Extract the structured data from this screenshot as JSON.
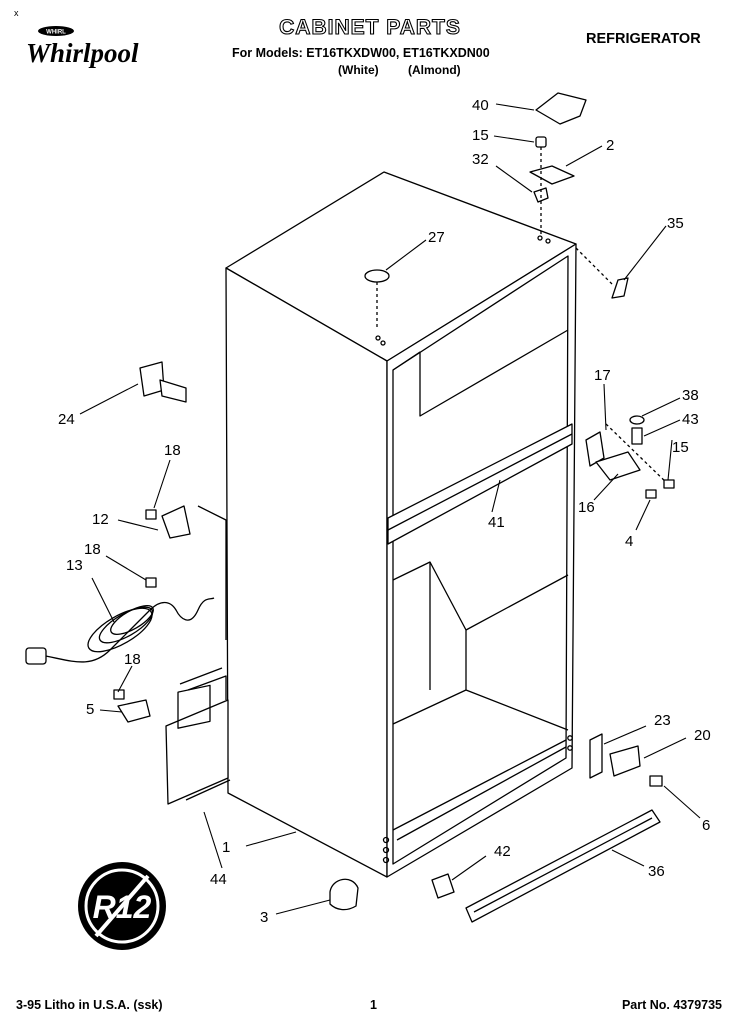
{
  "header": {
    "brand": "Whirlpool",
    "brand_badge": "WHIRL",
    "title": "CABINET PARTS",
    "models_line": "For Models: ET16TKXDW00, ET16TKXDN00",
    "variants": [
      "(White)",
      "(Almond)"
    ],
    "product": "REFRIGERATOR",
    "corner_mark": "x"
  },
  "stamp": {
    "text": "R12"
  },
  "footer": {
    "litho": "3-95 Litho in U.S.A. (ssk)",
    "page": "1",
    "part_no": "Part No. 4379735"
  },
  "callouts": {
    "c40": "40",
    "c15a": "15",
    "c2": "2",
    "c32": "32",
    "c35": "35",
    "c27": "27",
    "c24": "24",
    "c17": "17",
    "c38": "38",
    "c43": "43",
    "c15b": "15",
    "c18a": "18",
    "c12": "12",
    "c41": "41",
    "c16": "16",
    "c4": "4",
    "c18b": "18",
    "c13": "13",
    "c18c": "18",
    "c5": "5",
    "c23": "23",
    "c20": "20",
    "c6": "6",
    "c1": "1",
    "c44": "44",
    "c42": "42",
    "c36": "36",
    "c3": "3"
  }
}
